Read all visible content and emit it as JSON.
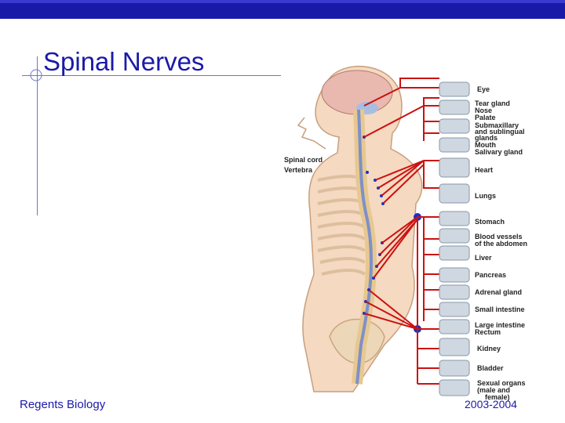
{
  "slide": {
    "title": "Spinal Nerves",
    "footer_left": "Regents Biology",
    "footer_right": "2003-2004"
  },
  "colors": {
    "banner": "#1a1aa8",
    "title_text": "#1a1aa8",
    "nerve_lines": "#cc1111",
    "ganglion_dots": "#1133cc"
  },
  "diagram": {
    "body_labels": {
      "spinal_cord": "Spinal cord",
      "vertebra": "Vertebra"
    },
    "organs": [
      {
        "label": "Eye"
      },
      {
        "label": "Tear gland"
      },
      {
        "label": "Nose"
      },
      {
        "label": "Palate"
      },
      {
        "label": "Submaxillary"
      },
      {
        "label": "and sublingual"
      },
      {
        "label": "glands"
      },
      {
        "label": "Mouth"
      },
      {
        "label": "Salivary gland"
      },
      {
        "label": "Heart"
      },
      {
        "label": "Lungs"
      },
      {
        "label": "Stomach"
      },
      {
        "label": "Blood vessels"
      },
      {
        "label": "of the abdomen"
      },
      {
        "label": "Liver"
      },
      {
        "label": "Pancreas"
      },
      {
        "label": "Adrenal gland"
      },
      {
        "label": "Small intestine"
      },
      {
        "label": "Large intestine"
      },
      {
        "label": "Rectum"
      },
      {
        "label": "Kidney"
      },
      {
        "label": "Bladder"
      },
      {
        "label": "Sexual organs"
      },
      {
        "label": "(male and"
      },
      {
        "label": "female)"
      }
    ]
  }
}
